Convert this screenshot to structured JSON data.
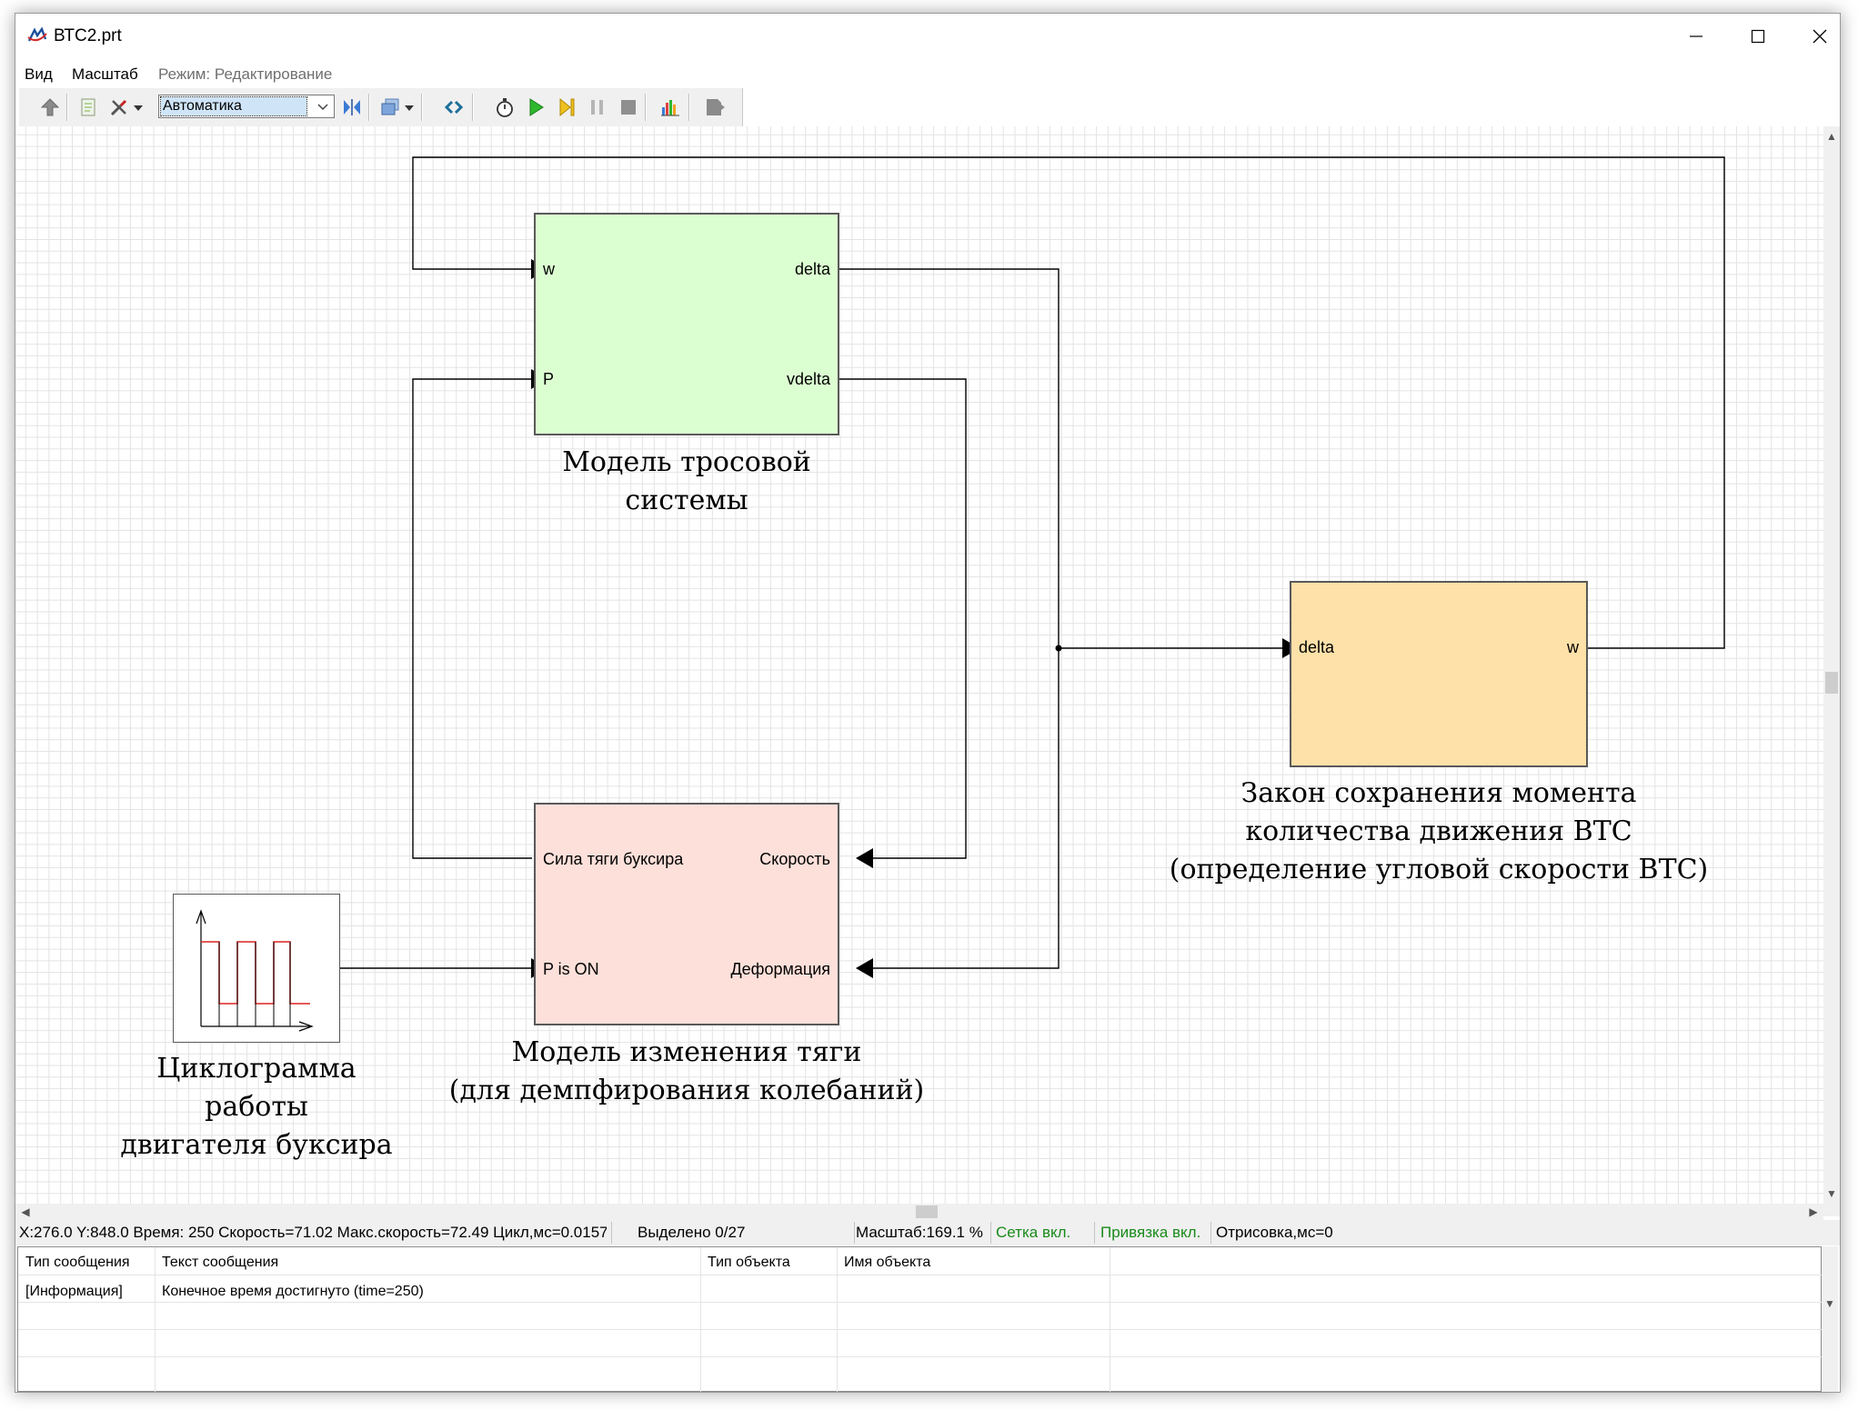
{
  "window": {
    "title": "ВТС2.prt"
  },
  "menu": {
    "view": "Вид",
    "scale": "Масштаб",
    "mode": "Режим:  Редактирование"
  },
  "toolbar": {
    "combo_value": "Автоматика",
    "icons": [
      "up-arrow-icon",
      "document-icon",
      "tools-icon",
      "dropdown-icon",
      "fit-icon",
      "layers-icon",
      "dropdown-icon",
      "refresh-icon",
      "stopwatch-icon",
      "play-icon",
      "step-icon",
      "pause-icon",
      "stop-icon",
      "chart-icon",
      "export-icon"
    ]
  },
  "diagram": {
    "blocks": [
      {
        "id": "tether",
        "color": "#dcffd2",
        "inputs": [
          "w",
          "P"
        ],
        "outputs": [
          "delta",
          "vdelta"
        ],
        "caption": [
          "Модель тросовой",
          "системы"
        ]
      },
      {
        "id": "thrust",
        "color": "#fde0da",
        "inputs": [
          "Сила тяги буксира",
          "P is ON"
        ],
        "outputs": [
          "Скорость",
          "Деформация"
        ],
        "caption": [
          "Модель изменения тяги",
          "(для демпфирования колебаний)"
        ]
      },
      {
        "id": "momentum",
        "color": "#fde1a8",
        "inputs": [
          "delta"
        ],
        "outputs": [
          "w"
        ],
        "caption": [
          "Закон сохранения момента",
          "количества движения ВТС",
          "(определение угловой скорости ВТС)"
        ]
      },
      {
        "id": "cyclogram",
        "color": "#ffffff",
        "caption": [
          "Циклограмма",
          "работы",
          "двигателя буксира"
        ]
      }
    ]
  },
  "status": {
    "coords": "X:276.0  Y:848.0 Время: 250 Скорость=71.02 Макс.скорость=72.49 Цикл,мс=0.01572",
    "selected": "Выделено 0/27",
    "zoom": "Масштаб:169.1 %",
    "grid": "Сетка вкл.",
    "snap": "Привязка вкл.",
    "render": "Отрисовка,мс=0",
    "on_color": "#1a8a1a"
  },
  "messages": {
    "headers": [
      "Тип сообщения",
      "Текст сообщения",
      "Тип объекта",
      "Имя объекта"
    ],
    "rows": [
      [
        "[Информация]",
        "Конечное время достигнуто (time=250)",
        "",
        ""
      ]
    ]
  }
}
